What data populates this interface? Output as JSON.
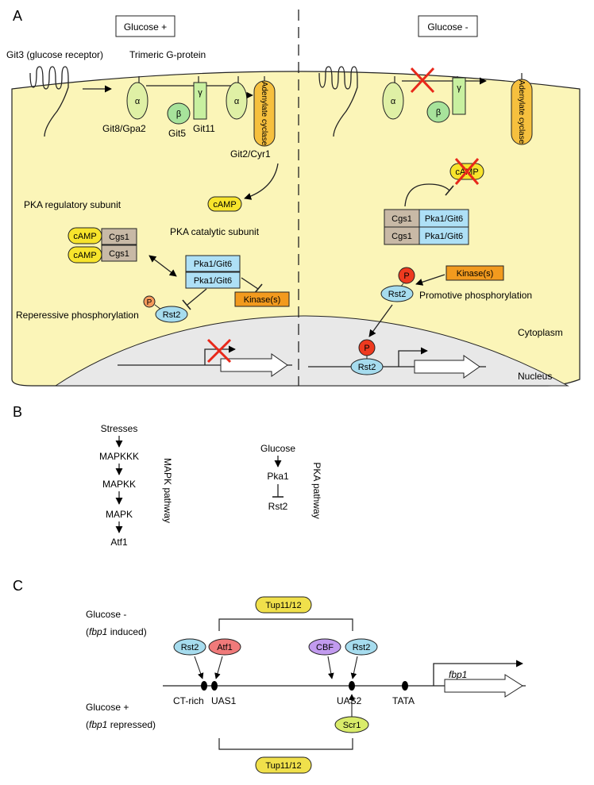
{
  "panelA": {
    "letter": "A",
    "glucose_plus": "Glucose +",
    "glucose_minus": "Glucose -",
    "git3": "Git3 (glucose receptor)",
    "trimeric": "Trimeric G-protein",
    "alpha": "α",
    "beta": "β",
    "gamma": "γ",
    "git8": "Git8/Gpa2",
    "git11": "Git11",
    "git5": "Git5",
    "adenylate": "Adenylate cyclase",
    "git2": "Git2/Cyr1",
    "camp": "cAMP",
    "pka_reg": "PKA regulatory subunit",
    "pka_cat": "PKA catalytic subunit",
    "cgs1": "Cgs1",
    "pka1": "Pka1/Git6",
    "kinase": "Kinase(s)",
    "p": "P",
    "rst2": "Rst2",
    "repressive": "Reperessive phosphorylation",
    "promotive": "Promotive phosphorylation",
    "cytoplasm": "Cytoplasm",
    "nucleus": "Nucleus"
  },
  "panelB": {
    "letter": "B",
    "mapk": [
      "Stresses",
      "MAPKKK",
      "MAPKK",
      "MAPK",
      "Atf1"
    ],
    "mapk_label": "MAPK pathway",
    "pka": [
      "Glucose",
      "Pka1",
      "Rst2"
    ],
    "pka_label": "PKA pathway"
  },
  "panelC": {
    "letter": "C",
    "glucose_minus": "Glucose -",
    "induced_pre": "(",
    "gene": "fbp1",
    "induced_post": " induced)",
    "glucose_plus": "Glucose +",
    "repressed_post": " repressed)",
    "tup": "Tup11/12",
    "rst2": "Rst2",
    "atf1": "Atf1",
    "cbf": "CBF",
    "scr1": "Scr1",
    "ct_rich": "CT-rich",
    "uas1": "UAS1",
    "uas2": "UAS2",
    "tata": "TATA",
    "fbp1": "fbp1"
  },
  "colors": {
    "cell": "#fbf5b8",
    "alpha": "#dff0a5",
    "beta": "#a7e39b",
    "gamma": "#c8f0a0",
    "cyclase": "#f6c03e",
    "camp": "#f7e42c",
    "cgs1": "#c8b9a6",
    "pka1": "#aee0f6",
    "kinase": "#f29a1e",
    "rst2": "#a6dcee",
    "p_red": "#ee3a1f",
    "p_orange": "#f59a5b",
    "atf1": "#f07a7a",
    "cbf": "#c29bef",
    "scr1": "#d9ec6a",
    "tup": "#f0e04b"
  }
}
